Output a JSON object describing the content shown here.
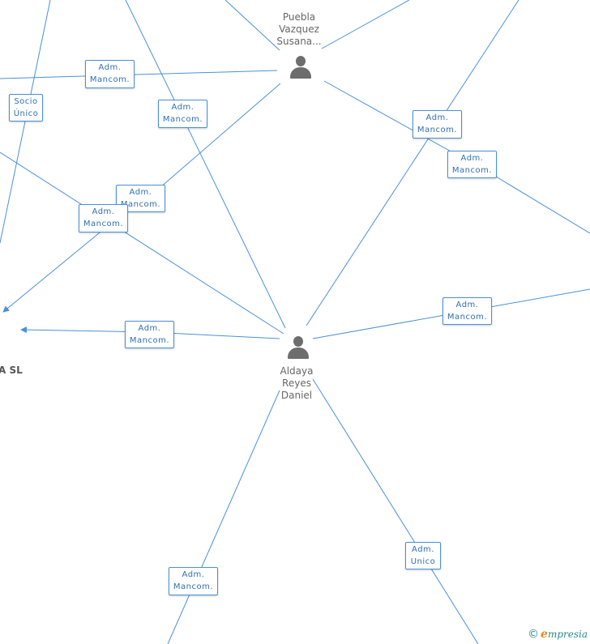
{
  "nodes": {
    "puebla": {
      "lines": [
        "Puebla",
        "Vazquez",
        "Susana..."
      ]
    },
    "aldaya": {
      "lines": [
        "Aldaya",
        "Reyes",
        "Daniel"
      ]
    }
  },
  "company": {
    "label": "A SL"
  },
  "badges": [
    {
      "l1": "Adm.",
      "l2": "Mancom."
    },
    {
      "l1": "Socio",
      "l2": "Único"
    },
    {
      "l1": "Adm.",
      "l2": "Mancom."
    },
    {
      "l1": "Adm.",
      "l2": "Mancom."
    },
    {
      "l1": "Adm.",
      "l2": "Mancom."
    },
    {
      "l1": "Adm.",
      "l2": "Mancom."
    },
    {
      "l1": "Adm.",
      "l2": "Mancom."
    },
    {
      "l1": "Adm.",
      "l2": "Mancom."
    },
    {
      "l1": "Adm.",
      "l2": "Mancom."
    },
    {
      "l1": "Adm.",
      "l2": "Mancom."
    },
    {
      "l1": "Adm.",
      "l2": "Unico"
    }
  ],
  "footer": {
    "copyright": "©",
    "brand_e": "e",
    "brand_rest": "mpresia"
  },
  "colors": {
    "edge": "#4a90d9",
    "badge_text": "#2f6fb3",
    "person": "#6d6d6d"
  }
}
